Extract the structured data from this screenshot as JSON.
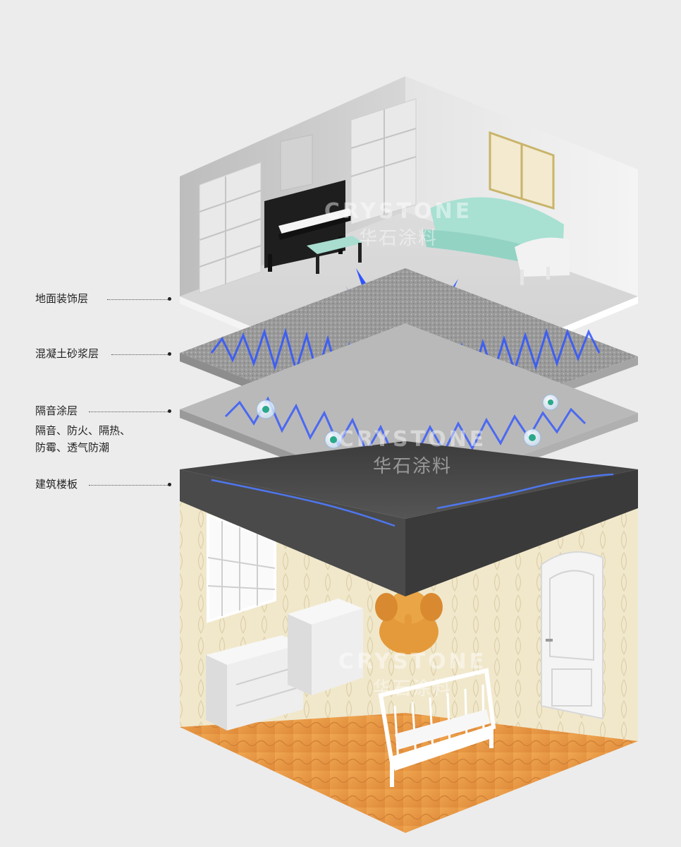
{
  "labels": {
    "floor_finish": "地面装饰层",
    "mortar": "混凝土砂浆层",
    "coating": "隔音涂层",
    "coating_desc_1": "隔音、防火、隔热、",
    "coating_desc_2": "防霉、透气防潮",
    "slab": "建筑楼板"
  },
  "watermark": {
    "en": "CRYSTONE",
    "cn": "华石涂料"
  },
  "colors": {
    "background": "#ececec",
    "sound_wave": "#2f55ff",
    "slab": "#4a4a4a",
    "sofa": "#a8e0d2",
    "floor_lower": "#e89a4a"
  }
}
